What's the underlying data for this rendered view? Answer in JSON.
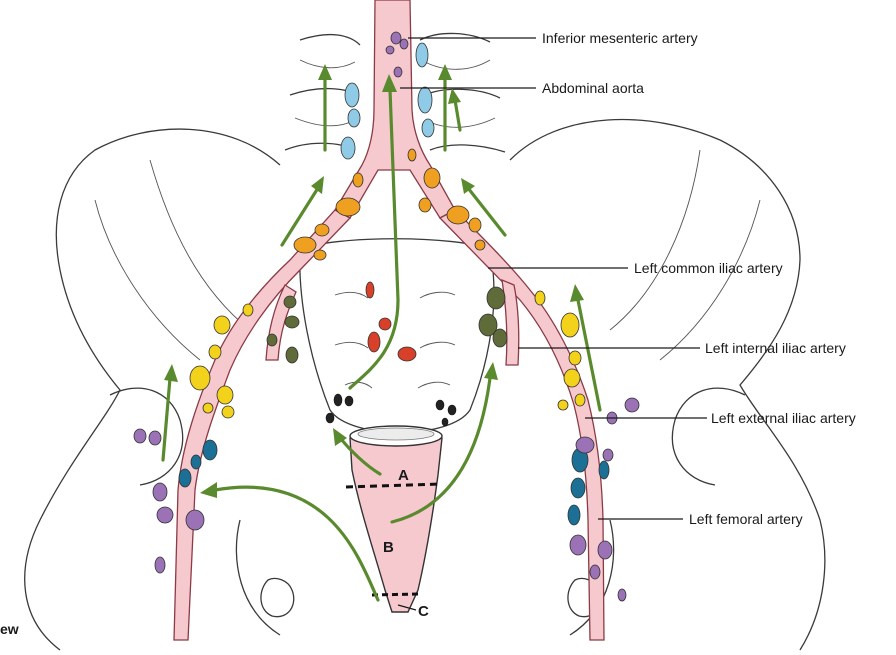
{
  "labels": {
    "inferior_mesenteric_artery": "Inferior mesenteric artery",
    "abdominal_aorta": "Abdominal aorta",
    "left_common_iliac_artery": "Left common iliac artery",
    "left_internal_iliac_artery": "Left internal iliac artery",
    "left_external_iliac_artery": "Left external iliac artery",
    "left_femoral_artery": "Left femoral artery"
  },
  "zones": {
    "a": "A",
    "b": "B",
    "c": "C"
  },
  "corner_text": "ew",
  "colors": {
    "artery_fill": "#f6c9cf",
    "flow_arrow": "#5a8a2e",
    "node_yellow": "#f3d21c",
    "node_orange": "#f0a020",
    "node_light_blue": "#8fcbe6",
    "node_dark_blue": "#1c6f95",
    "node_purple": "#9a72b5",
    "node_olive": "#5f6b38",
    "node_red": "#d8402a",
    "node_black": "#222222"
  }
}
